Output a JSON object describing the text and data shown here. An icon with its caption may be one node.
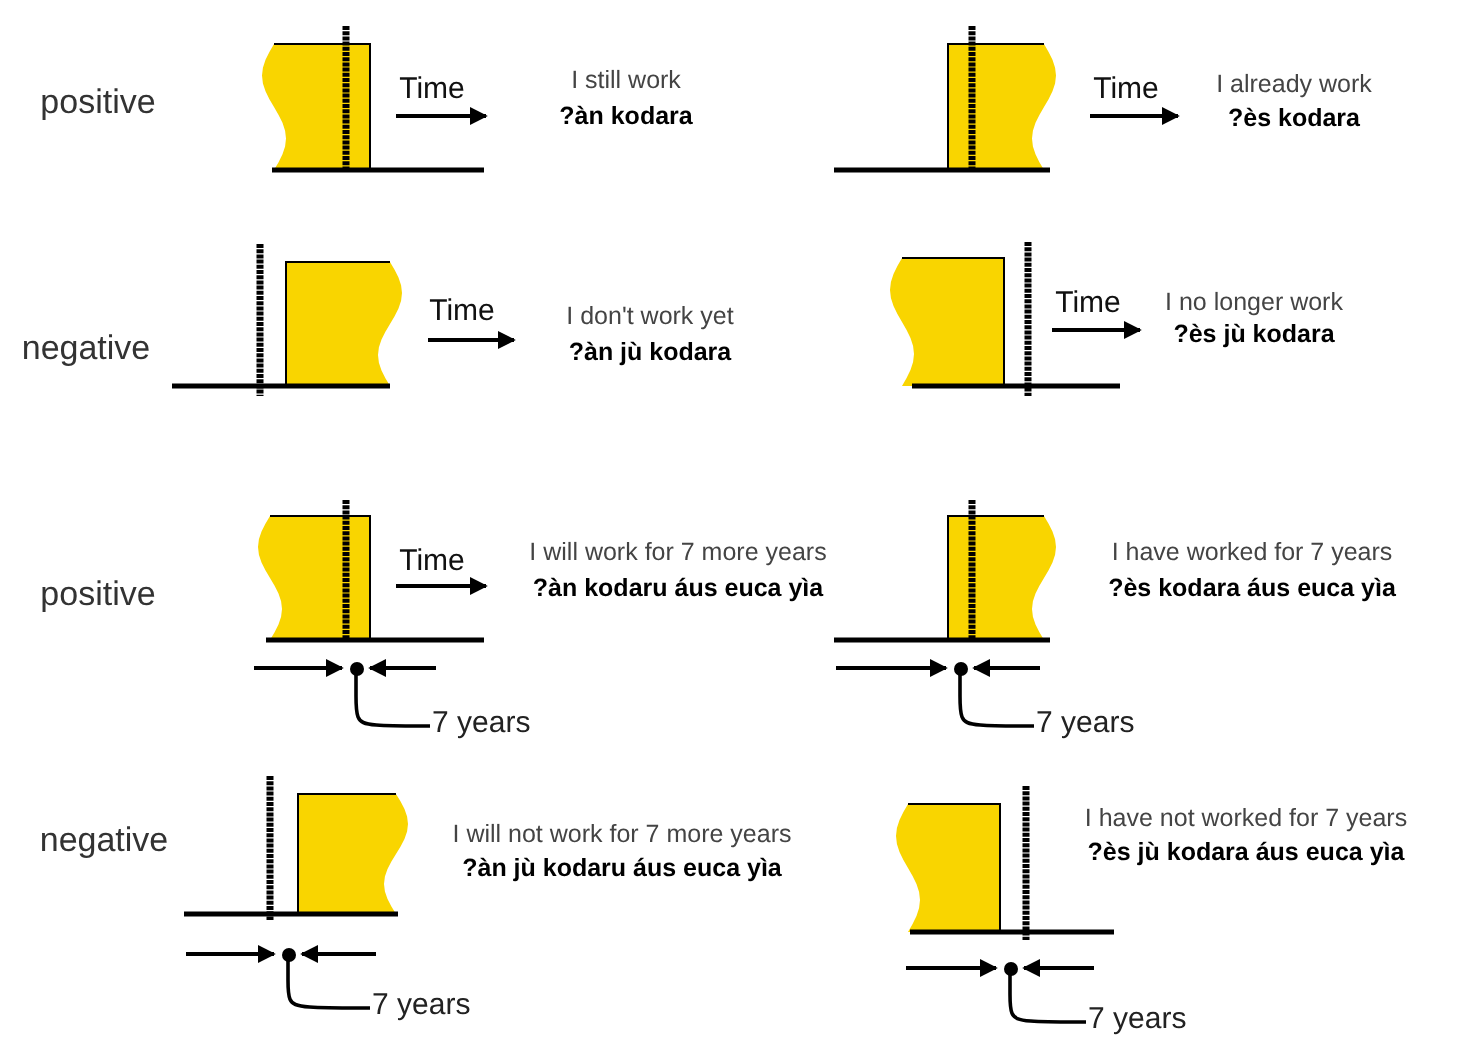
{
  "diagram": {
    "nodes": [
      {
        "text": [],
        "shape": "circle"
      },
      {
        "text": [
          "7 years"
        ]
      },
      {
        "text": [],
        "shape": "circle"
      },
      {
        "text": [
          "7 years"
        ]
      },
      {
        "text": [],
        "shape": "circle"
      },
      {
        "text": [
          "7 years"
        ]
      },
      {
        "text": [],
        "shape": "circle"
      },
      {
        "text": [
          "7 years"
        ]
      }
    ],
    "edges": [
      {
        "from": 1,
        "to": 0,
        "arrow": "none"
      },
      {
        "from": 3,
        "to": 2,
        "arrow": "none"
      },
      {
        "from": 5,
        "to": 4,
        "arrow": "none"
      },
      {
        "from": 7,
        "to": 6,
        "arrow": "none"
      }
    ],
    "labels": [
      "positive",
      "Time",
      "I still work",
      "?àn kodara",
      "Time",
      "I already work",
      "?ès kodara",
      "negative",
      "Time",
      "I don't work yet",
      "?àn jù kodara",
      "Time",
      "I no longer work",
      "?ès jù kodara",
      "positive",
      "Time",
      "I will work for 7 more years",
      "?àn kodaru áus euca yìa",
      "I have worked for 7 years",
      "?ès kodara áus euca yìa",
      "negative",
      "I will not work for 7 more years",
      "?àn jù kodaru áus euca yìa",
      "I have not worked for 7 years",
      "?ès jù kodara áus euca yìa"
    ]
  }
}
